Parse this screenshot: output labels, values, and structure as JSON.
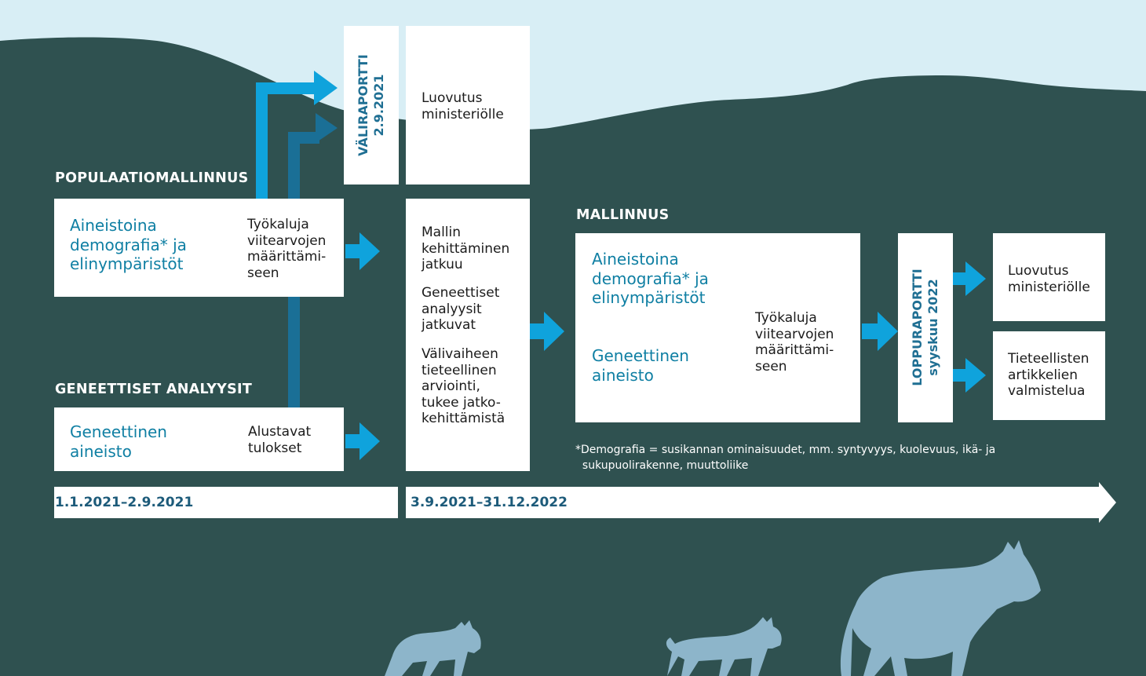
{
  "sections": {
    "population": "POPULAATIOMALLINNUS",
    "genetic": "GENEETTISET ANALYYSIT",
    "modelling": "MALLINNUS"
  },
  "phase1": {
    "population_input": "Aineistoina\ndemografia* ja\nelinympäristöt",
    "population_output": "Työkaluja\nviitearvojen\nmäärittämi-\nseen",
    "genetic_input": "Geneettinen\naineisto",
    "genetic_output": "Alustavat\ntulokset",
    "date_range": "1.1.2021–2.9.2021"
  },
  "interim": {
    "report": "VÄLIRAPORTTI\n2.9.2021",
    "handover": "Luovutus\nministeriölle"
  },
  "phase2": {
    "block1": "Mallin\nkehittäminen\njatkuu",
    "block2": "Geneettiset\nanalyysit\njatkuvat",
    "block3": "Välivaiheen\ntieteellinen\narviointi,\ntukee jatko-\nkehittämistä",
    "date_range": "3.9.2021–31.12.2022"
  },
  "modelling": {
    "input1": "Aineistoina\ndemografia* ja\nelinympäristöt",
    "input2": "Geneettinen\naineisto",
    "output": "Työkaluja\nviitearvojen\nmäärittämi-\nseen"
  },
  "final": {
    "report": "LOPPURAPORTTI\nsyyskuu 2022",
    "handover": "Luovutus\nministeriölle",
    "articles": "Tieteellisten\nartikkelien\nvalmistelua"
  },
  "footnote": "*Demografia = susikannan ominaisuudet, mm. syntyvyys, kuolevuus, ikä- ja\n  sukupuolirakenne, muuttoliike",
  "colors": {
    "sky": "#d8eef5",
    "hills": "#2f5150",
    "arrow_light": "#0fa3dc",
    "arrow_dark": "#1a6f96",
    "wolf": "#8db5ca",
    "teal_text": "#0f7fa3",
    "date_text": "#1d5b7a"
  },
  "icons": [
    "wolf-pup-icon",
    "wolf-pup-icon",
    "wolf-icon"
  ]
}
